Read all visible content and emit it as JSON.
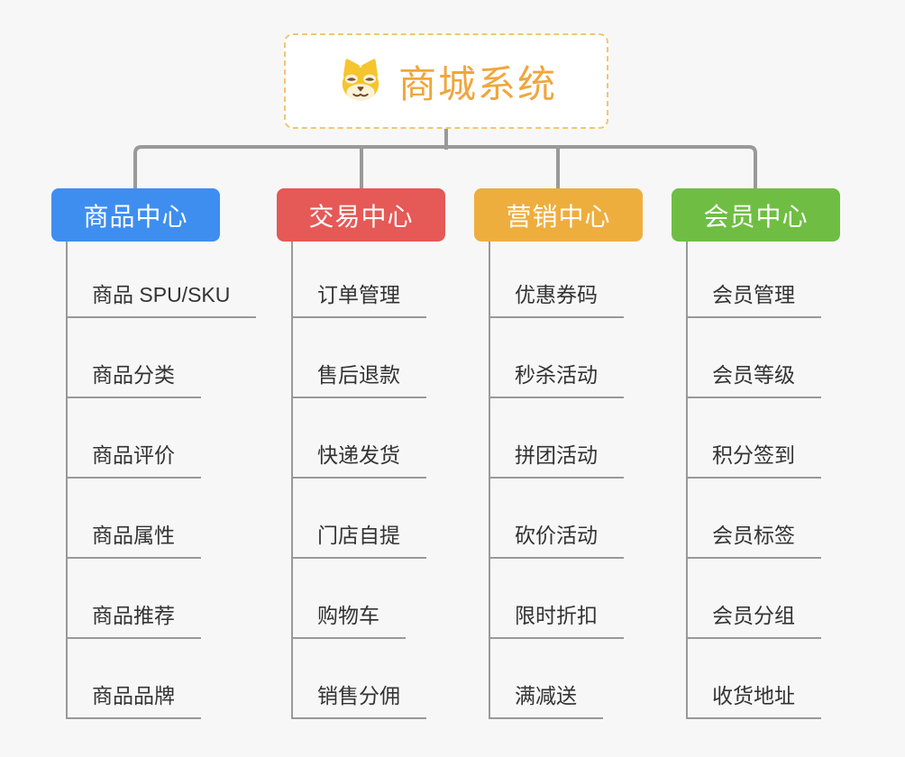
{
  "background": "#f7f7f7",
  "connector_color": "#999999",
  "root": {
    "title": "商城系统",
    "title_color": "#f0a63c",
    "border_color": "#f4c474",
    "icon": "doge-dog-face"
  },
  "branches": [
    {
      "id": "product-center",
      "label": "商品中心",
      "color": "#3e8ef0",
      "items": [
        "商品 SPU/SKU",
        "商品分类",
        "商品评价",
        "商品属性",
        "商品推荐",
        "商品品牌"
      ]
    },
    {
      "id": "trade-center",
      "label": "交易中心",
      "color": "#e55957",
      "items": [
        "订单管理",
        "售后退款",
        "快递发货",
        "门店自提",
        "购物车",
        "销售分佣"
      ]
    },
    {
      "id": "marketing-center",
      "label": "营销中心",
      "color": "#eeae3e",
      "items": [
        "优惠券码",
        "秒杀活动",
        "拼团活动",
        "砍价活动",
        "限时折扣",
        "满减送"
      ]
    },
    {
      "id": "member-center",
      "label": "会员中心",
      "color": "#6fbe43",
      "items": [
        "会员管理",
        "会员等级",
        "积分签到",
        "会员标签",
        "会员分组",
        "收货地址"
      ]
    }
  ]
}
